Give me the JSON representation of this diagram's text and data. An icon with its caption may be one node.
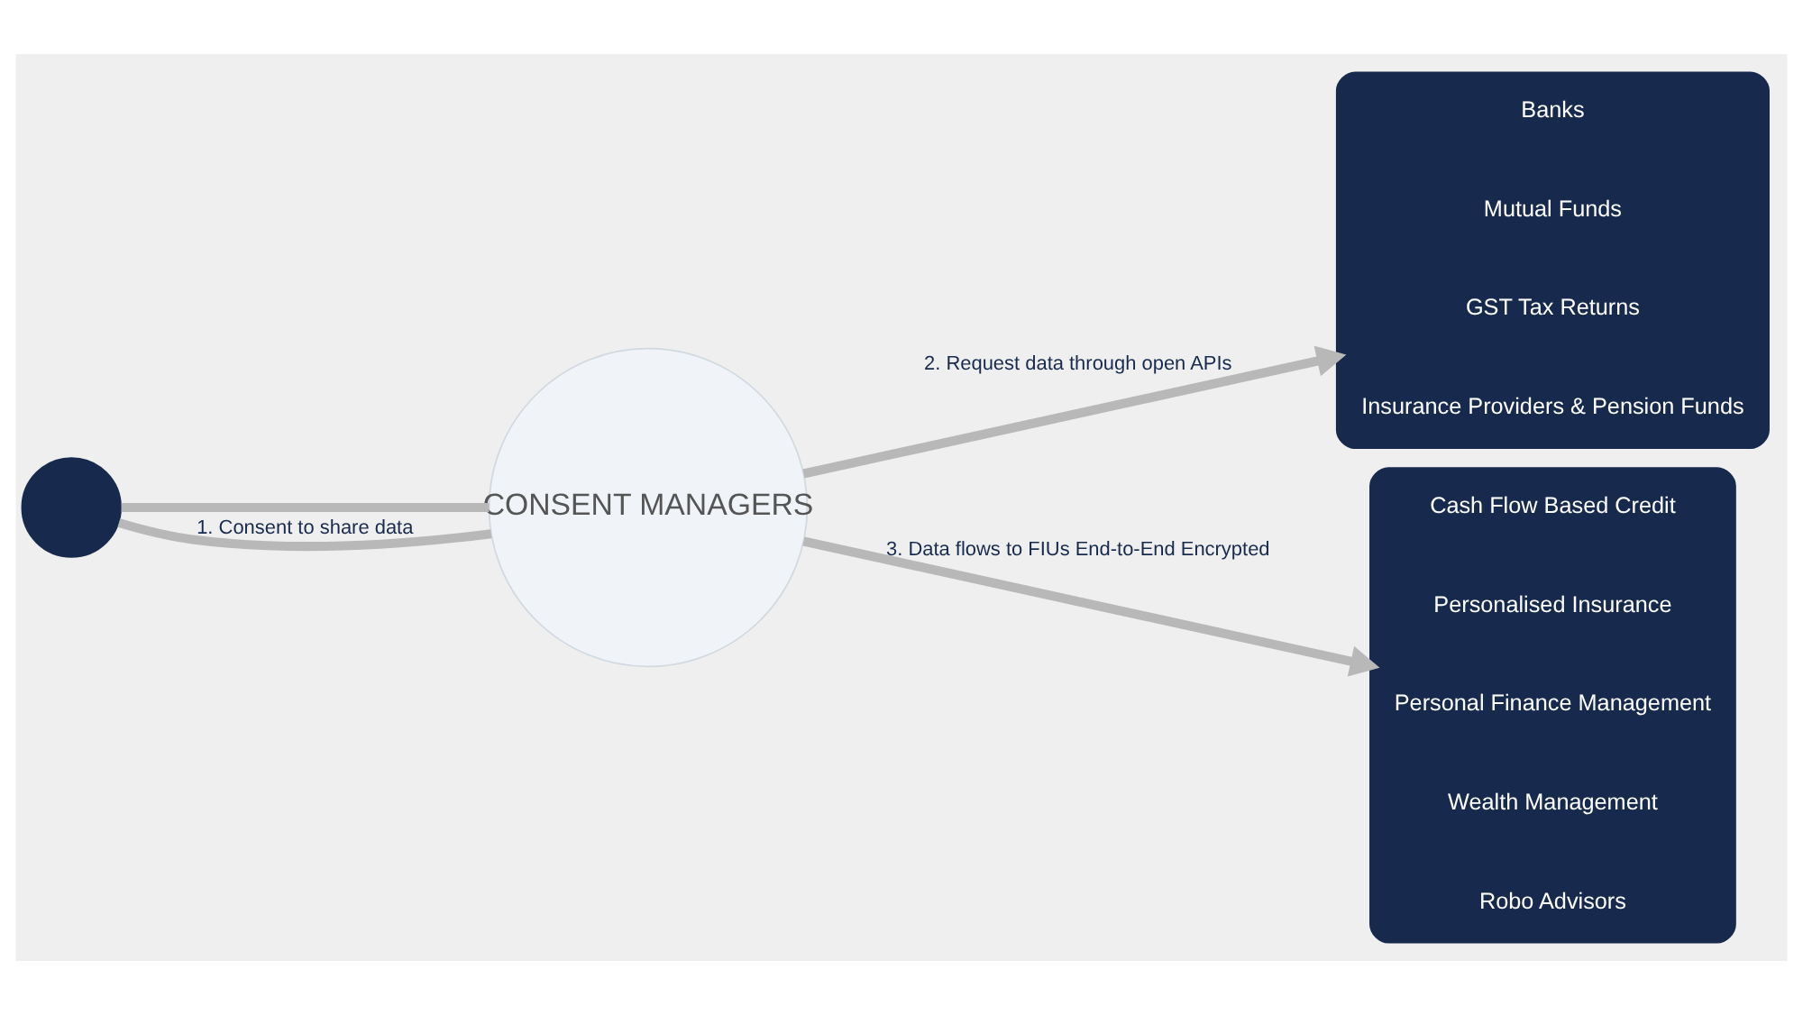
{
  "diagram": {
    "nodes": [
      {
        "text": [],
        "shape": "person"
      },
      {
        "text": [
          "CONSENT MANAGERS"
        ]
      },
      {
        "text": [],
        "shape": "box"
      },
      {
        "text": [
          "Banks"
        ],
        "in": 2
      },
      {
        "text": [
          "Mutual Funds"
        ],
        "in": 2
      },
      {
        "text": [
          "GST Tax Returns"
        ],
        "in": 2
      },
      {
        "text": [
          "Insurance Providers & Pension Funds"
        ],
        "in": 2
      },
      {
        "text": [],
        "shape": "box"
      },
      {
        "text": [
          "Cash Flow Based Credit"
        ],
        "in": 7
      },
      {
        "text": [
          "Personalised Insurance"
        ],
        "in": 7
      },
      {
        "text": [
          "Personal Finance Management"
        ],
        "in": 7
      },
      {
        "text": [
          "Wealth Management"
        ],
        "in": 7
      },
      {
        "text": [
          "Robo Advisors"
        ],
        "in": 7
      }
    ],
    "edges": [
      {
        "from": 0,
        "to": 1,
        "arrow": "none"
      },
      {
        "from": 0,
        "to": 1,
        "arrow": "none",
        "label": "1. Consent to share data"
      },
      {
        "from": 1,
        "to": 2,
        "arrow": "to",
        "label": "2. Request data through open APIs"
      },
      {
        "from": 1,
        "to": 7,
        "arrow": "to",
        "label": "3. Data flows to FIUs End-to-End Encrypted"
      }
    ]
  }
}
